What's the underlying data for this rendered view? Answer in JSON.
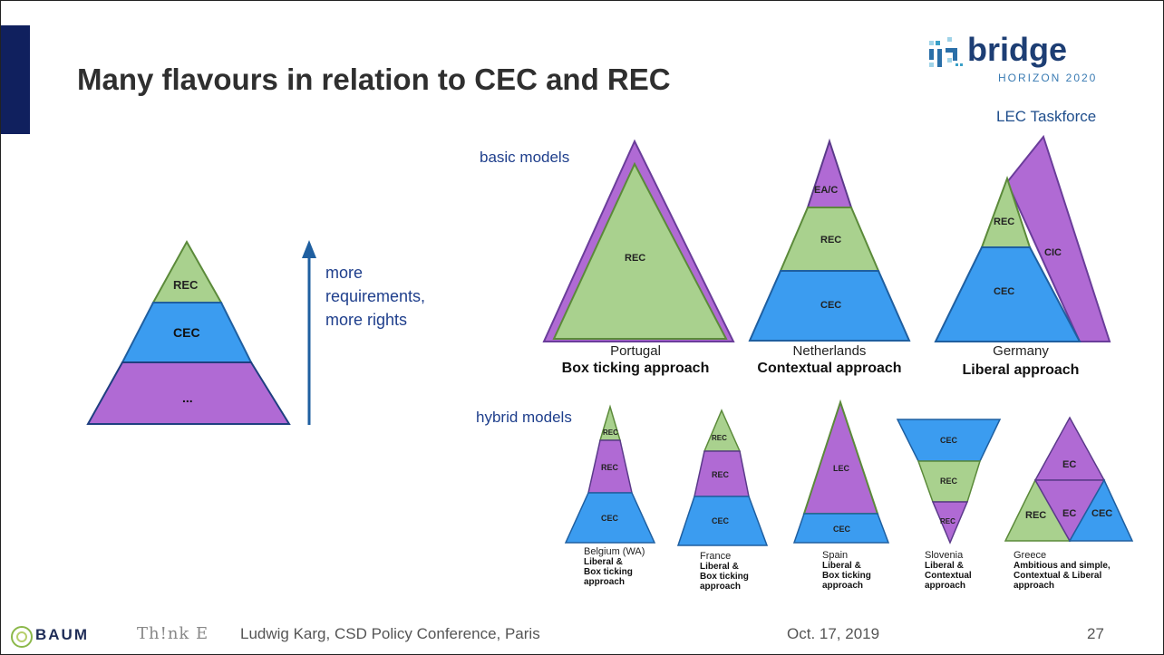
{
  "slide": {
    "title": "Many flavours in relation to CEC and REC",
    "logo": {
      "brand": "bridge",
      "sub": "HORIZON 2020",
      "caption": "LEC Taskforce"
    },
    "intro_pyramid": {
      "layers": [
        "REC",
        "CEC",
        "..."
      ],
      "arrow_text": [
        "more",
        "requirements,",
        "more rights"
      ]
    },
    "basic_models": {
      "heading": "basic models",
      "items": [
        {
          "country": "Portugal",
          "approach": "Box ticking approach",
          "layers": [
            "REC"
          ]
        },
        {
          "country": "Netherlands",
          "approach": "Contextual approach",
          "layers": [
            "EA/C",
            "REC",
            "CEC"
          ]
        },
        {
          "country": "Germany",
          "approach": "Liberal approach",
          "layers": [
            "REC",
            "CEC",
            "CIC"
          ]
        }
      ]
    },
    "hybrid_models": {
      "heading": "hybrid models",
      "items": [
        {
          "country": "Belgium (WA)",
          "approach": [
            "Liberal &",
            "Box ticking",
            "approach"
          ],
          "layers": [
            "REC",
            "REC",
            "CEC"
          ]
        },
        {
          "country": "France",
          "approach": [
            "Liberal &",
            "Box ticking",
            "approach"
          ],
          "layers": [
            "REC",
            "REC",
            "CEC"
          ]
        },
        {
          "country": "Spain",
          "approach": [
            "Liberal &",
            "Box ticking",
            "approach"
          ],
          "layers": [
            "LEC",
            "CEC"
          ]
        },
        {
          "country": "Slovenia",
          "approach": [
            "Liberal &",
            "Contextual",
            "approach"
          ],
          "layers": [
            "CEC",
            "REC",
            "REC"
          ]
        },
        {
          "country": "Greece",
          "approach": [
            "Ambitious and simple,",
            "Contextual & Liberal",
            "approach"
          ],
          "layers": [
            "EC",
            "REC",
            "EC",
            "CEC"
          ]
        }
      ]
    },
    "footer": {
      "brand1": "BAUM",
      "brand2": "Th!nk E",
      "author": "Ludwig Karg, CSD Policy Conference, Paris",
      "date": "Oct. 17, 2019",
      "page": "27"
    },
    "colors": {
      "green": "#a9d18e",
      "blue": "#3b9cf0",
      "purple": "#b06ad4",
      "navy": "#10205e"
    }
  }
}
